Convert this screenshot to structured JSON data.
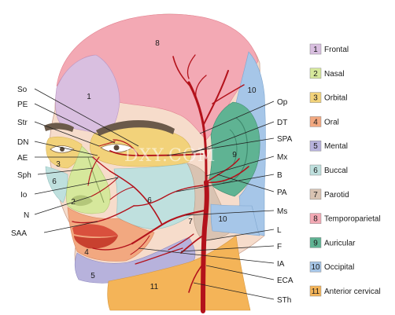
{
  "regions": [
    {
      "num": "1",
      "name": "Frontal",
      "color": "#d9bfe0"
    },
    {
      "num": "2",
      "name": "Nasal",
      "color": "#d6e89c"
    },
    {
      "num": "3",
      "name": "Orbital",
      "color": "#f2d27a"
    },
    {
      "num": "4",
      "name": "Oral",
      "color": "#f2a880"
    },
    {
      "num": "5",
      "name": "Mental",
      "color": "#b7b2dc"
    },
    {
      "num": "6",
      "name": "Buccal",
      "color": "#bfe0de"
    },
    {
      "num": "7",
      "name": "Parotid",
      "color": "#d9c3b2"
    },
    {
      "num": "8",
      "name": "Temporoparietal",
      "color": "#f3a9b4"
    },
    {
      "num": "9",
      "name": "Auricular",
      "color": "#5fb393"
    },
    {
      "num": "10",
      "name": "Occipital",
      "color": "#a6c6e8"
    },
    {
      "num": "11",
      "name": "Anterior cervical",
      "color": "#f4b458"
    }
  ],
  "labels_left": [
    "So",
    "PE",
    "Str",
    "DN",
    "AE",
    "Sph",
    "Io",
    "N",
    "SAA"
  ],
  "labels_right": [
    "Op",
    "DT",
    "SPA",
    "Mx",
    "B",
    "PA",
    "Ms",
    "L",
    "F",
    "IA",
    "ECA",
    "STh"
  ],
  "watermark": "DXY.COM",
  "colors": {
    "artery": "#b3121b",
    "skin": "#f6dccb",
    "brow": "#6b5a4a"
  }
}
